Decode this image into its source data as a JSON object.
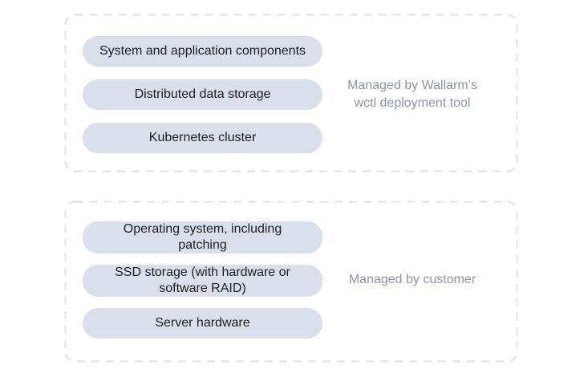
{
  "diagram": {
    "colors": {
      "background": "#ffffff",
      "dashed_border": "#e7e7e7",
      "pill_background": "#dae0eb",
      "pill_text": "#1c1e22",
      "label_text": "#8d95a8"
    },
    "groups": [
      {
        "label": "Managed by Wallarm’s\nwctl deployment tool",
        "items": [
          "System and application components",
          "Distributed data storage",
          "Kubernetes cluster"
        ]
      },
      {
        "label": "Managed by customer",
        "items": [
          "Operating system, including\npatching",
          "SSD storage (with hardware or\nsoftware RAID)",
          "Server hardware"
        ]
      }
    ]
  }
}
